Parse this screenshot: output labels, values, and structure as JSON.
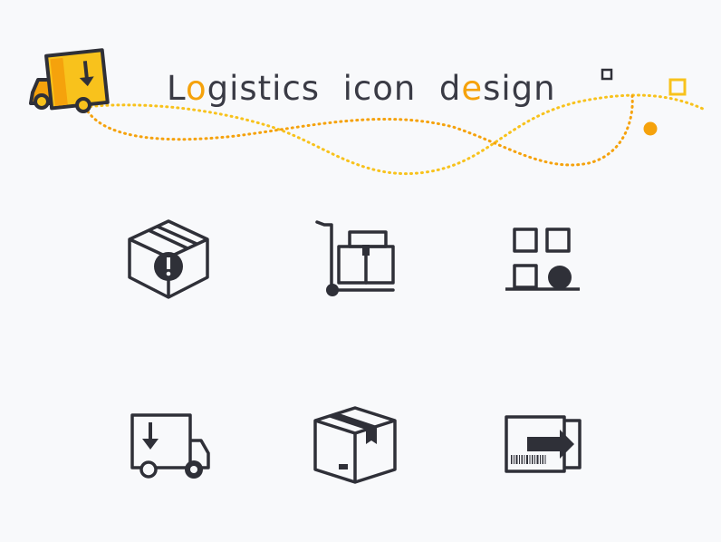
{
  "header": {
    "title_parts": [
      {
        "text": "L",
        "accent": false
      },
      {
        "text": "o",
        "accent": true
      },
      {
        "text": "gistics  icon  d",
        "accent": false
      },
      {
        "text": "e",
        "accent": true
      },
      {
        "text": "sign",
        "accent": false
      }
    ]
  },
  "colors": {
    "background": "#f8f9fb",
    "icon_stroke": "#2f3038",
    "accent_orange": "#f5a20c",
    "accent_yellow": "#f8c21c",
    "title_text": "#3a3b45"
  },
  "icons": [
    {
      "name": "package-alert-icon"
    },
    {
      "name": "hand-truck-icon"
    },
    {
      "name": "warehouse-pallet-icon"
    },
    {
      "name": "delivery-truck-icon"
    },
    {
      "name": "parcel-box-icon"
    },
    {
      "name": "shipping-label-icon"
    }
  ]
}
